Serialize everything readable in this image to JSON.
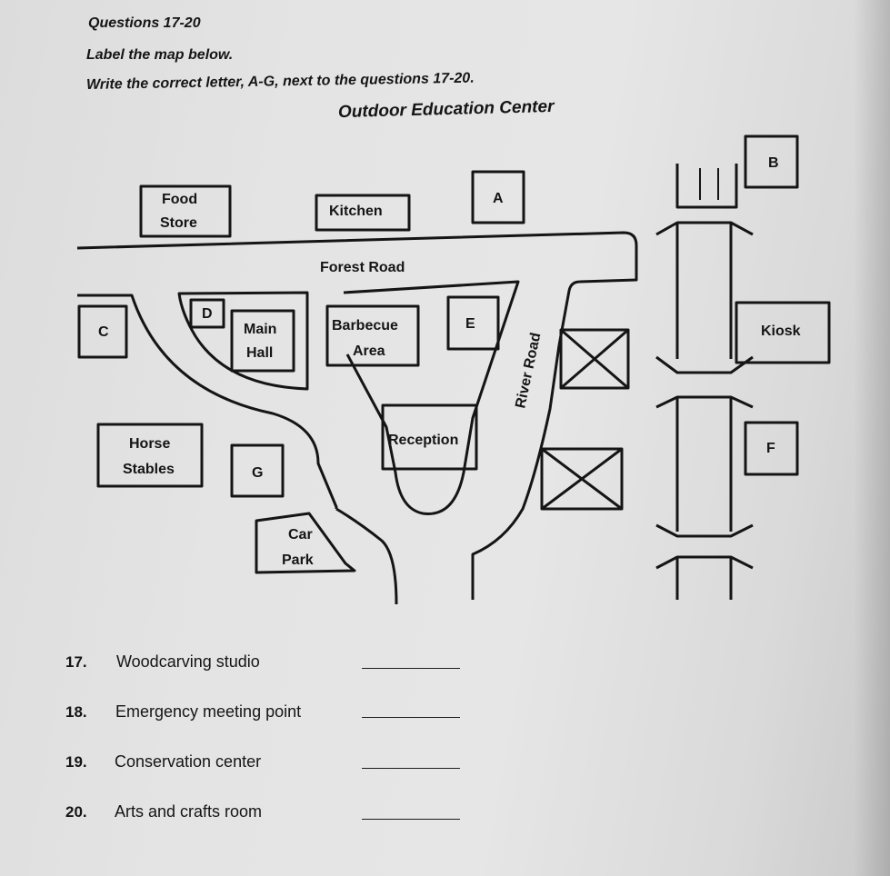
{
  "header": {
    "section": "Questions 17-20",
    "instruction1": "Label the map below.",
    "instruction2": "Write the correct letter, A-G, next to the questions 17-20."
  },
  "map": {
    "title": "Outdoor Education Center",
    "labels": {
      "food_store_1": "Food",
      "food_store_2": "Store",
      "kitchen": "Kitchen",
      "a": "A",
      "b": "B",
      "c": "C",
      "d": "D",
      "e": "E",
      "f": "F",
      "g": "G",
      "forest_road": "Forest Road",
      "main_hall_1": "Main",
      "main_hall_2": "Hall",
      "barbecue_1": "Barbecue",
      "barbecue_2": "Area",
      "river_road": "River Road",
      "kiosk": "Kiosk",
      "reception": "Reception",
      "horse_stables_1": "Horse",
      "horse_stables_2": "Stables",
      "car_park_1": "Car",
      "car_park_2": "Park"
    }
  },
  "questions": [
    {
      "number": "17.",
      "text": "Woodcarving studio"
    },
    {
      "number": "18.",
      "text": "Emergency meeting point"
    },
    {
      "number": "19.",
      "text": "Conservation center"
    },
    {
      "number": "20.",
      "text": "Arts and crafts room"
    }
  ]
}
